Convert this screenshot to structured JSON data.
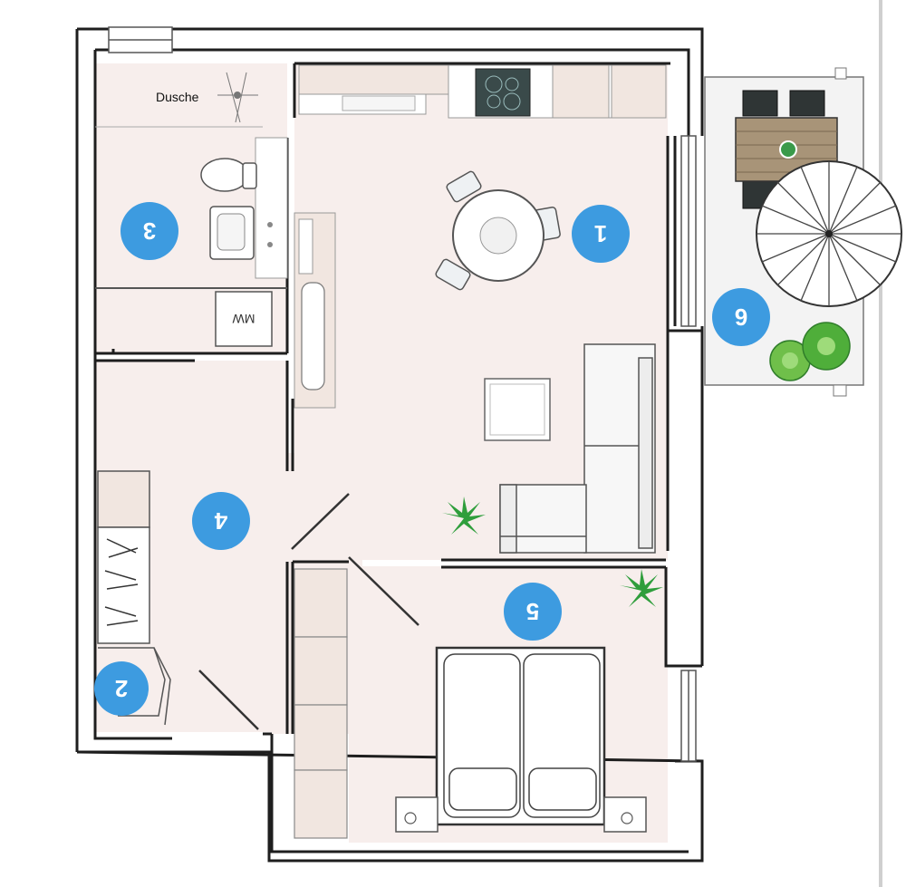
{
  "labels": {
    "shower": "Dusche",
    "microwave": "MW"
  },
  "rooms": [
    {
      "id": "living",
      "number": "1",
      "name": ""
    },
    {
      "id": "wc",
      "number": "2",
      "name": ""
    },
    {
      "id": "bath",
      "number": "3",
      "name": ""
    },
    {
      "id": "hall",
      "number": "4",
      "name": ""
    },
    {
      "id": "bedroom",
      "number": "5",
      "name": ""
    },
    {
      "id": "terrace",
      "number": "6",
      "name": ""
    }
  ],
  "colors": {
    "badge": "#3d9be0",
    "wall": "#1e1e1e",
    "floor": "#f7eeec",
    "terrace_floor": "#f3f3f3",
    "cabinet": "#f1e6e0",
    "plant": "#2f9e3c"
  },
  "icons": [
    "shower-icon",
    "toilet-icon",
    "sink-icon",
    "washing-machine-icon",
    "dining-table-icon",
    "sofa-icon",
    "coffee-table-icon",
    "bed-icon",
    "plant-icon",
    "parasol-icon",
    "stove-icon",
    "garden-table-icon"
  ]
}
